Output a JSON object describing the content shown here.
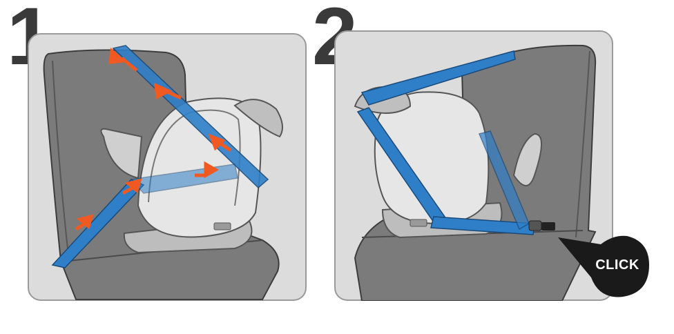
{
  "steps": [
    {
      "number": "1"
    },
    {
      "number": "2"
    }
  ],
  "callout": {
    "text": "CLICK"
  },
  "colors": {
    "belt": "#2f7fc8",
    "belt_edge": "#184a7a",
    "arrow": "#f05a22",
    "vehicle_seat": "#7a7a7a",
    "panel_bg": "#dedede",
    "callout_bg": "#1a1a1a"
  },
  "icons": [
    "vehicle-seat-icon",
    "child-car-seat-icon",
    "seat-belt-icon",
    "direction-arrow-icon",
    "buckle-icon"
  ]
}
